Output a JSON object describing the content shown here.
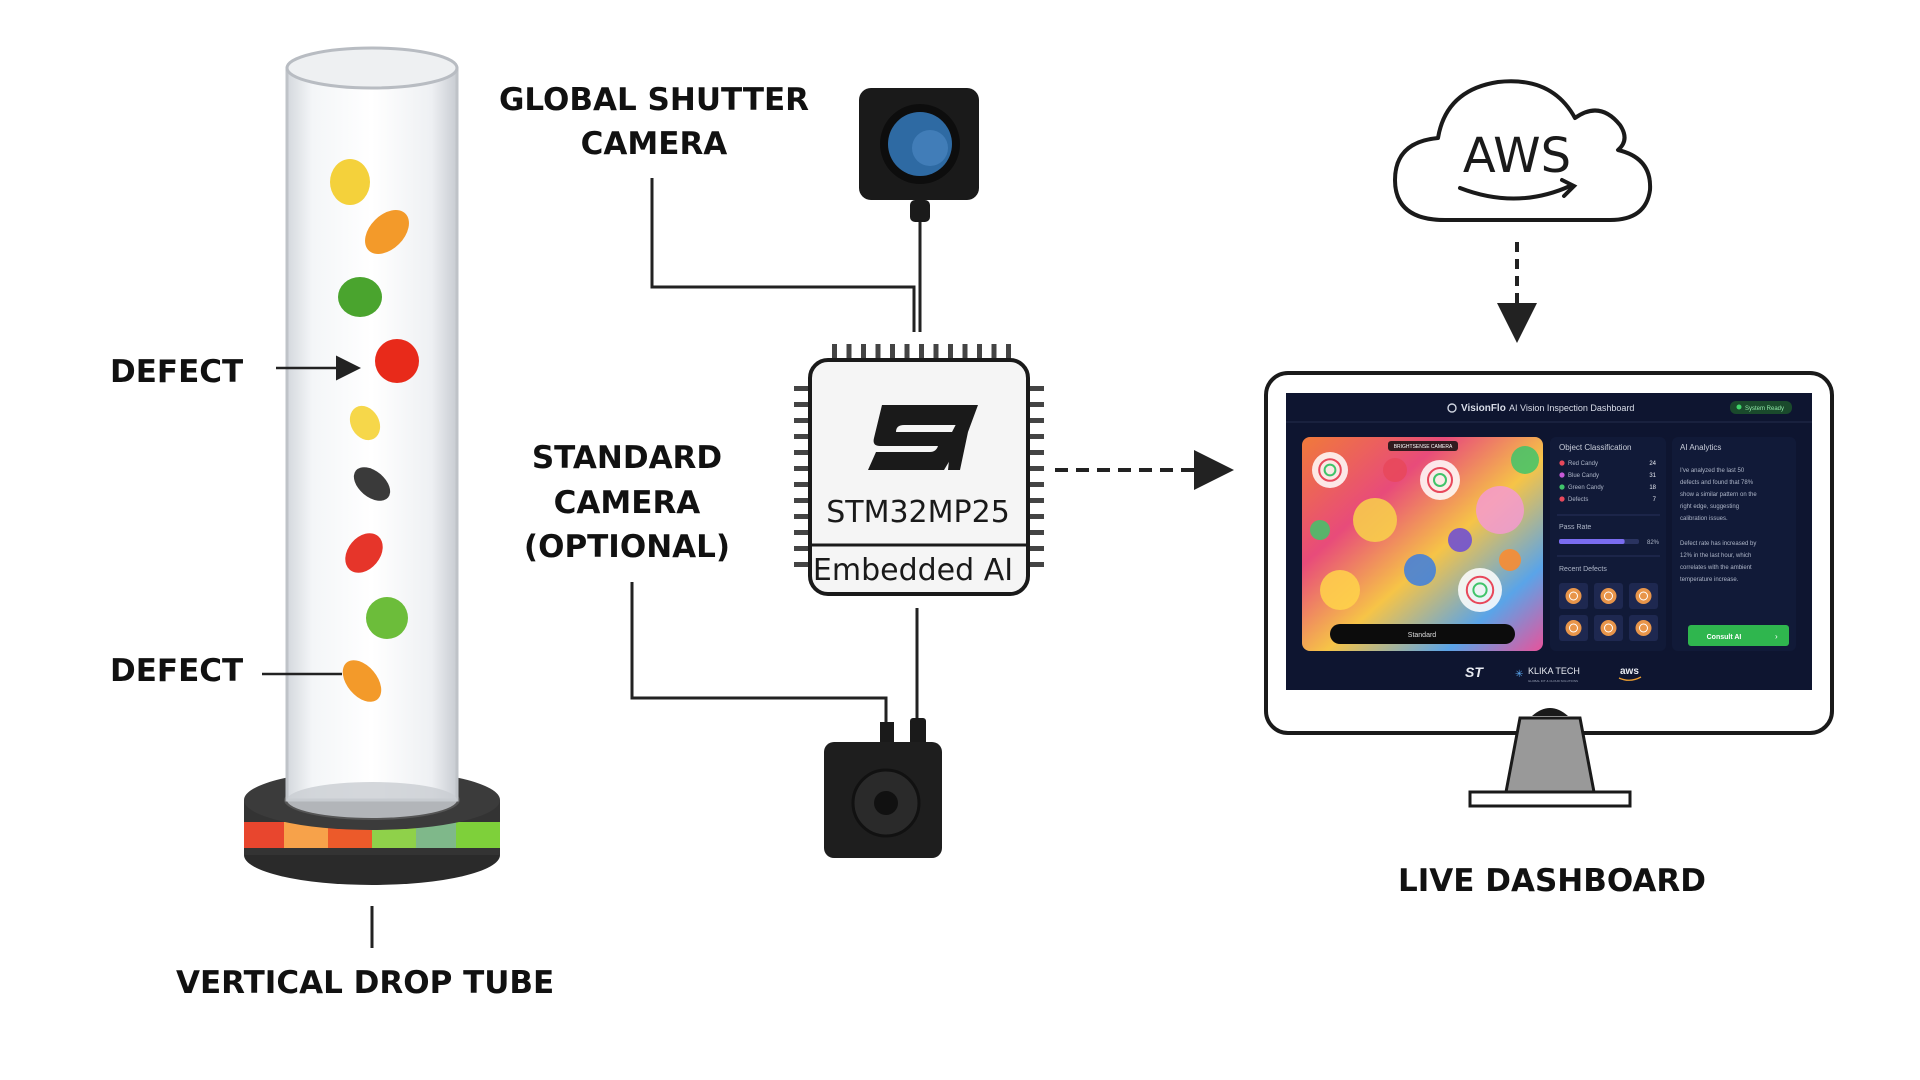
{
  "labels": {
    "global_shutter_line1": "GLOBAL SHUTTER",
    "global_shutter_line2": "CAMERA",
    "standard_line1": "STANDARD",
    "standard_line2": "CAMERA",
    "standard_line3": "(OPTIONAL)",
    "defect_top": "DEFECT",
    "defect_bottom": "DEFECT",
    "drop_tube": "VERTICAL DROP TUBE",
    "live_dashboard": "LIVE DASHBOARD"
  },
  "chip": {
    "logo": "ST",
    "model": "STM32MP25",
    "subtitle": "Embedded AI"
  },
  "cloud": {
    "label": "AWS"
  },
  "dashboard": {
    "brand": "VisionFlo",
    "title": "AI Vision Inspection Dashboard",
    "status": "System Ready",
    "camera_tag": "BRIGHTSENSE CAMERA",
    "camera_mode": "Standard",
    "classification": {
      "heading": "Object Classification",
      "rows": [
        {
          "label": "Red Candy",
          "count": "24",
          "color": "#e8485b"
        },
        {
          "label": "Blue Candy",
          "count": "31",
          "color": "#c85ad8"
        },
        {
          "label": "Green Candy",
          "count": "18",
          "color": "#3fc46a"
        },
        {
          "label": "Defects",
          "count": "7",
          "color": "#e8485b"
        }
      ]
    },
    "pass_rate": {
      "label": "Pass Rate",
      "value": "82%",
      "fraction": 0.82
    },
    "recent_defects": {
      "heading": "Recent Defects"
    },
    "analytics": {
      "heading": "AI Analytics",
      "para1": [
        "I've analyzed the last 50",
        "defects and found that 78%",
        "show a similar pattern on the",
        "right edge, suggesting",
        "calibration issues."
      ],
      "para2": [
        "Defect rate has increased by",
        "12% in the last hour, which",
        "correlates with the ambient",
        "temperature increase."
      ],
      "button": "Consult AI"
    },
    "footer": {
      "st": "ST",
      "klika": "KLIKA TECH",
      "klika_sub": "GLOBAL IOT & CLOUD SOLUTIONS",
      "aws": "aws"
    }
  },
  "colors": {
    "dashboard_bg": "#0e1530",
    "accent_green": "#2fb64e",
    "chip_border": "#1a1a1a",
    "camera_lens": "#2e6aa3"
  }
}
